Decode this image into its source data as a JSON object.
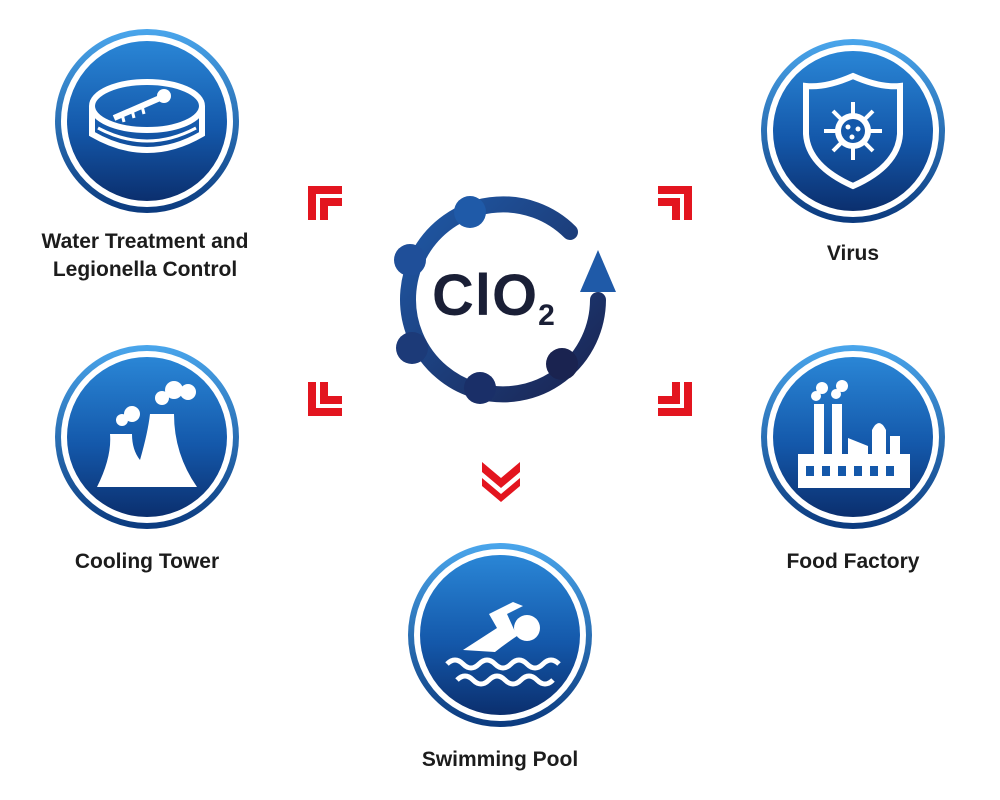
{
  "center": {
    "formula": "ClO",
    "subscript": "2"
  },
  "nodes": [
    {
      "id": "water-treatment",
      "label_lines": [
        "Water Treatment and",
        "Legionella Control"
      ],
      "icon": "water-tank-icon"
    },
    {
      "id": "virus",
      "label_lines": [
        "Virus"
      ],
      "icon": "virus-shield-icon"
    },
    {
      "id": "cooling-tower",
      "label_lines": [
        "Cooling Tower"
      ],
      "icon": "cooling-tower-icon"
    },
    {
      "id": "food-factory",
      "label_lines": [
        "Food Factory"
      ],
      "icon": "factory-icon"
    },
    {
      "id": "swimming-pool",
      "label_lines": [
        "Swimming Pool"
      ],
      "icon": "swimmer-icon"
    }
  ],
  "colors": {
    "badge_dark": "#0b3a7e",
    "badge_light": "#2a86d6",
    "ring": "#1f6fc4",
    "arrow_red": "#e3151f",
    "cycle_dark": "#1a2350",
    "cycle_mid": "#1f5aa8"
  }
}
